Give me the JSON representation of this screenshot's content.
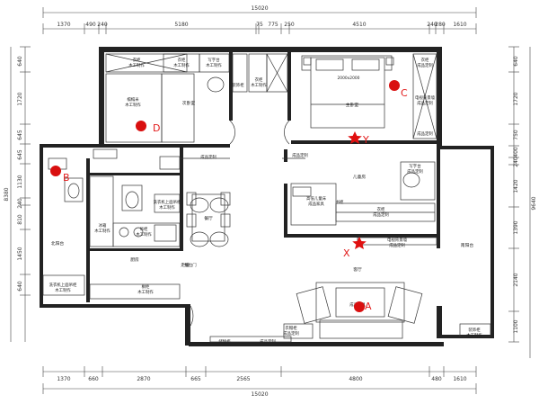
{
  "dims_top": {
    "total": "15020",
    "segments": [
      "1370",
      "490",
      "240",
      "5180",
      "75",
      "775",
      "250",
      "4510",
      "240",
      "280",
      "1610"
    ]
  },
  "dims_bottom": {
    "total": "15020",
    "segments": [
      "1370",
      "660",
      "2870",
      "665",
      "2565",
      "4800",
      "480",
      "1610"
    ]
  },
  "dims_left": {
    "total": "8380",
    "segments": [
      "640",
      "1720",
      "645",
      "645",
      "1130",
      "240",
      "810",
      "1450",
      "640"
    ]
  },
  "dims_right": {
    "total": "9640",
    "segments": [
      "640",
      "1720",
      "750",
      "400",
      "240",
      "1420",
      "1390",
      "2140",
      "1100",
      "640"
    ]
  },
  "rooms": {
    "master": "主卧室",
    "second": "次卧室",
    "kids": "儿童房",
    "living": "客厅",
    "dining": "餐厅",
    "kitchen": "厨房",
    "north_balcony": "北阳台",
    "south_balcony": "南阳台",
    "hallway": "走道"
  },
  "labels": {
    "wardrobe_custom_1": "衣柜",
    "wardrobe_custom_2": "木工制作",
    "wardrobe_tv": "电视背景墙",
    "bed_master": "2000x2000",
    "desk": "写字台",
    "desk_2": "木工制作",
    "desk_3": "写字台",
    "desk_4": "成品定制",
    "shoe": "鞋柜",
    "shoe_2": "成品定制",
    "kids_bed": "高低儿童床",
    "kids_bed_2": "成品家具",
    "bookcase": "书柜",
    "washer": "洗衣机上面吊柜",
    "washer_2": "木工制作",
    "low_cab": "吊柜",
    "low_cab_2": "木工制作",
    "tv_cab": "电视背景墙",
    "tv_cab_2": "成品定制",
    "base_cab": "橱柜",
    "base_cab_2": "木工制作",
    "storage": "储物柜",
    "storage_2": "成品定制",
    "fridge": "冰箱",
    "custom": "成品定制",
    "sofa": "成品家具",
    "bed_2": "榻榻米",
    "bed_3": "木工制作",
    "tea_table": "成品家具",
    "entry_cab": "衣帽柜",
    "entry_cab_2": "成品定制",
    "shelf": "装饰柜",
    "shelf_2": "木工制作",
    "slide_door": "推拉门"
  },
  "markers": {
    "a": "A",
    "b": "B",
    "c": "C",
    "d": "D",
    "x": "X",
    "y": "Y"
  },
  "colors": {
    "marker": "#e21b1b",
    "wall": "#222222"
  }
}
